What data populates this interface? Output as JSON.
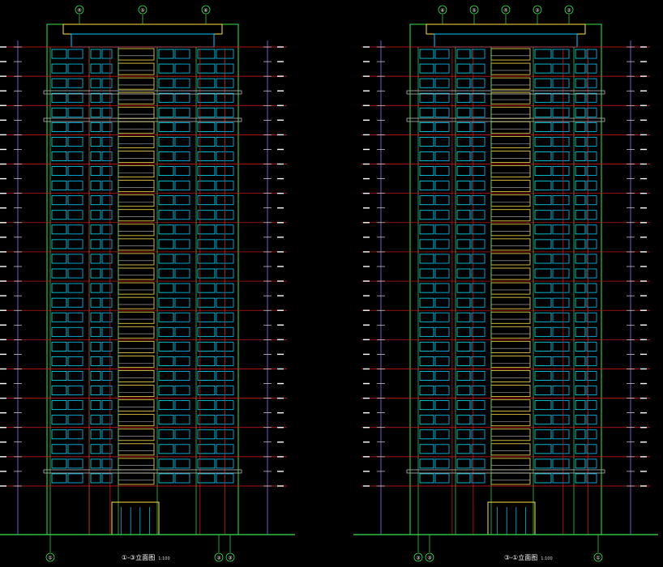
{
  "drawing": {
    "colors": {
      "background": "#000000",
      "floor_lines": "#e31b1b",
      "window_frames": "#00c8ff",
      "window_glass": "#00e5ff",
      "balcony": "#ffe24a",
      "wall_green": "#38e54d",
      "dimension_text": "#ffffff",
      "level_marks": "#9b6bff",
      "core_bands": "#b8b8b8"
    },
    "views": [
      {
        "id": "left-elevation",
        "title": "①-③立面图",
        "scale": "1:100",
        "floors": 30,
        "axis_labels_bottom": [
          "①",
          "③",
          "③"
        ],
        "axis_labels_top": [
          "④",
          "⑤",
          "⑥"
        ]
      },
      {
        "id": "right-elevation",
        "title": "③-①立面图",
        "scale": "1:100",
        "floors": 30,
        "axis_labels_bottom": [
          "③",
          "③",
          "①"
        ],
        "axis_labels_top": [
          "⑥",
          "⑤",
          "④",
          "③",
          "②"
        ]
      }
    ]
  }
}
